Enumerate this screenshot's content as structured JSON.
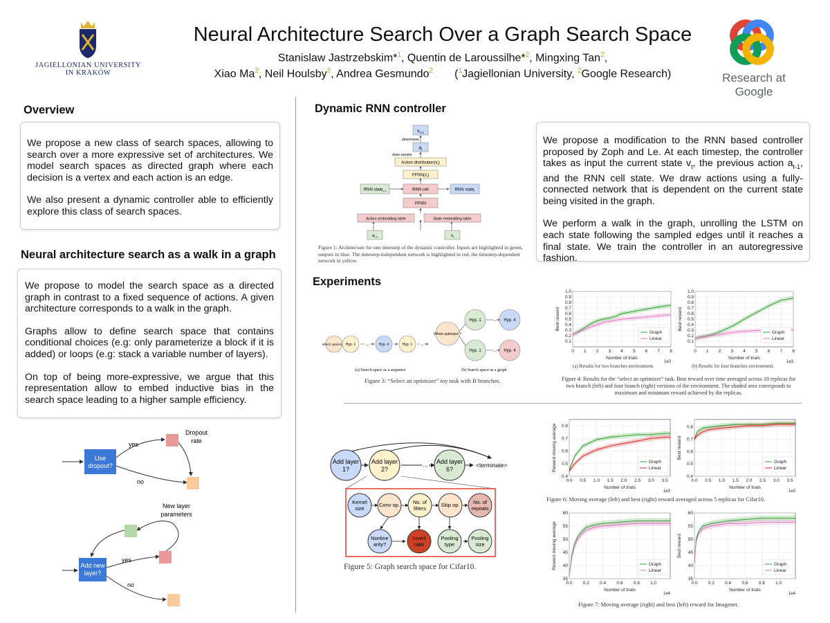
{
  "header": {
    "title": "Neural Architecture Search Over a Graph Search Space",
    "authors_line1": {
      "a1": "Stanislaw Jastrzebskim*",
      "s1": "1",
      "a2": ", Quentin de Laroussilhe*",
      "s2": "2",
      "a3": ", Mingxing Tan",
      "s3": "2",
      "a4": ","
    },
    "authors_line2": {
      "a1": "Xiao Ma",
      "s1": "2",
      "a2": ", Neil Houlsby",
      "s2": "2",
      "a3": ", Andrea Gesmundo",
      "s3": "2",
      "a4": "(",
      "s4": "1",
      "a5": "Jagiellonian University, ",
      "s5": "2",
      "a6": "Google Research)"
    },
    "logo_left": {
      "line1": "JAGIELLONIAN UNIVERSITY",
      "line2": "IN KRAKÓW"
    },
    "logo_right": {
      "text": "Research at Google"
    }
  },
  "overview": {
    "heading": "Overview",
    "p1": "We propose a new class of search spaces, allowing to search over a more expressive set of architectures. We model search spaces as directed graph where each decision is a vertex and each action is an edge.",
    "p2": "We also present a dynamic controller able to efficiently explore this class of search spaces."
  },
  "walk": {
    "heading": "Neural architecture search as a walk in a graph",
    "p1": "We propose to model the search space as a directed graph in contrast to a fixed sequence of actions. A given architecture corresponds to a walk in the graph.",
    "p2": "Graphs allow to define search space that contains conditional choices (e.g: only parameterize a block if it is added) or loops (e.g: stack a variable number of layers).",
    "p3": "On top of being more-expressive, we argue that this representation allow to embed inductive bias in the search space leading to a higher sample efficiency."
  },
  "diagram1": {
    "node": "Use dropout?",
    "yes": "yes",
    "no": "no",
    "label": "Dropout rate"
  },
  "diagram2": {
    "node": "Add new layer?",
    "yes": "yes",
    "no": "no",
    "label": "New layer parameters"
  },
  "controller": {
    "heading": "Dynamic  RNN controller",
    "p1a": "We propose a modification to the RNN based controller proposed by Zoph and Le. At each timestep, the controller takes as input the current state v",
    "p1b": "t",
    "p1c": ", the previous action a",
    "p1d": "t-1",
    "p1e": ", and the RNN cell state. We draw actions using a fully-connected network that is dependent on the current state being visited in the graph.",
    "p2": "We perform a walk in the graph, unrolling the LSTM on each state following the sampled edges until it reaches a final state. We train the controller in an autoregressive fashion.",
    "fig": {
      "v_top": "v",
      "v_top_sub": "t+1",
      "determines": "determines",
      "a": "a",
      "a_sub": "t",
      "draw_sample": "draw sample",
      "action_dist": "Action distribution(v",
      "action_dist_end": ")",
      "ffnn_v": "FFNN(v",
      "ffnn_v_end": ")",
      "rnn_prev": "RNN state",
      "rnn_prev_sub": "t-1",
      "rnn_cell": "RNN cell",
      "rnn_next": "RNN state",
      "rnn_next_sub": "t",
      "ffnn": "FFNN",
      "action_emb": "Action embedding table",
      "state_emb": "State embedding table",
      "a_prev": "a",
      "a_prev_sub": "t-1",
      "v_in": "v",
      "v_in_sub": "t"
    },
    "caption": "Figure 1: Architecture for one timestep of the dynamic controller. Inputs are highlighted in green, outputs in blue. The timestep-independent network is highlighted in red, the timestep-dependent network in yellow."
  },
  "experiments": {
    "heading": "Experiments",
    "fig3": {
      "which": "Which optimizer ?",
      "hyp1": "Hyp. 1",
      "dots": "...",
      "hyp4": "Hyp. 4",
      "sub_a": "(a) Search space as a sequence",
      "sub_b": "(b) Search space as a graph",
      "caption": "Figure 3: “Select an optimizer” toy task with B branches."
    },
    "fig4": {
      "sub_a": "(a) Results for two branches environment.",
      "sub_b": "(b) Results for four branches environment.",
      "caption": "Figure 4: Results for the “select an optimizer” task. Best reward over time averaged across 10 replicas for two branch (left) and four branch (right) versions of the environment. The shaded area corresponds to maximum and minimum reward achieved by the replicas."
    },
    "fig5": {
      "add1": "Add layer 1?",
      "add2": "Add layer 2?",
      "dots": "...",
      "add6": "Add layer 6?",
      "term": "<terminate>",
      "kernel": "Kernel size",
      "conv": "Conv op.",
      "filters": "No. of filters",
      "skip": "Skip op.",
      "repeats": "No. of repeats",
      "nonlin": "Nonline arity?",
      "invert": "Invert ratio",
      "pool": "Pooling type",
      "psize": "Pooling size",
      "caption": "Figure 5: Graph search space for Cifar10."
    },
    "fig6_caption": "Figure 6: Moving average (left) and best (right) reward averaged across 5 replicas for Cifar10.",
    "fig7_caption": "Figure 7: Moving average (right) and best (left) reward for Imagenet."
  },
  "chart_data": [
    {
      "type": "line",
      "title": "",
      "xlabel": "Number of trials",
      "ylabel": "Best reward",
      "x_multiplier": "1e3",
      "xlim": [
        0,
        8
      ],
      "ylim": [
        0,
        1.0
      ],
      "xticks": [
        "0",
        "1",
        "2",
        "3",
        "4",
        "5",
        "6",
        "7",
        "8"
      ],
      "yticks": [
        "0.1",
        "0.2",
        "0.3",
        "0.4",
        "0.5",
        "0.6",
        "0.7",
        "0.8",
        "0.9",
        "1.0"
      ],
      "legend": "bottom-right",
      "grid": true,
      "series": [
        {
          "name": "Graph",
          "color": "#2ca02c",
          "x": [
            0,
            0.5,
            1,
            1.5,
            2,
            2.5,
            3,
            3.5,
            4,
            5,
            6,
            7,
            8
          ],
          "y": [
            0.22,
            0.28,
            0.35,
            0.42,
            0.47,
            0.5,
            0.52,
            0.55,
            0.6,
            0.64,
            0.68,
            0.72,
            0.75
          ]
        },
        {
          "name": "Linear",
          "color": "#e377c2",
          "x": [
            0,
            0.5,
            1,
            1.5,
            2,
            2.5,
            3,
            3.5,
            4,
            5,
            6,
            7,
            8
          ],
          "y": [
            0.22,
            0.27,
            0.32,
            0.36,
            0.4,
            0.44,
            0.46,
            0.48,
            0.5,
            0.52,
            0.54,
            0.56,
            0.58
          ]
        }
      ]
    },
    {
      "type": "line",
      "title": "",
      "xlabel": "Number of trials",
      "ylabel": "Best reward",
      "x_multiplier": "1e3",
      "xlim": [
        0,
        8
      ],
      "ylim": [
        0,
        1.0
      ],
      "xticks": [
        "0",
        "1",
        "2",
        "3",
        "4",
        "5",
        "6",
        "7",
        "8"
      ],
      "yticks": [
        "0.1",
        "0.2",
        "0.3",
        "0.4",
        "0.5",
        "0.6",
        "0.7",
        "0.8",
        "0.9",
        "1.0"
      ],
      "legend": "bottom-right",
      "grid": true,
      "series": [
        {
          "name": "Graph",
          "color": "#2ca02c",
          "x": [
            0,
            0.5,
            1,
            1.5,
            2,
            2.5,
            3,
            3.5,
            4,
            5,
            6,
            7,
            8
          ],
          "y": [
            0.15,
            0.18,
            0.2,
            0.23,
            0.27,
            0.32,
            0.37,
            0.43,
            0.5,
            0.62,
            0.74,
            0.84,
            0.88
          ]
        },
        {
          "name": "Linear",
          "color": "#e377c2",
          "x": [
            0,
            0.5,
            1,
            1.5,
            2,
            2.5,
            3,
            3.5,
            4,
            5,
            6,
            7,
            8
          ],
          "y": [
            0.15,
            0.17,
            0.19,
            0.21,
            0.22,
            0.24,
            0.26,
            0.27,
            0.28,
            0.29,
            0.3,
            0.31,
            0.31
          ]
        }
      ]
    },
    {
      "type": "line",
      "title": "",
      "xlabel": "Number of trials",
      "ylabel": "Reward moving average",
      "x_multiplier": "1e3",
      "xlim": [
        0,
        3.7
      ],
      "ylim": [
        0.4,
        0.85
      ],
      "xticks": [
        "0.0",
        "0.5",
        "1.0",
        "1.5",
        "2.0",
        "2.5",
        "3.0",
        "3.5"
      ],
      "yticks": [
        "0.4",
        "0.5",
        "0.6",
        "0.7",
        "0.8"
      ],
      "legend": "bottom-right",
      "grid": true,
      "series": [
        {
          "name": "Graph",
          "color": "#2ca02c",
          "x": [
            0,
            0.2,
            0.5,
            1,
            1.5,
            2,
            2.5,
            3,
            3.5,
            3.7
          ],
          "y": [
            0.45,
            0.56,
            0.64,
            0.69,
            0.71,
            0.72,
            0.73,
            0.73,
            0.74,
            0.74
          ]
        },
        {
          "name": "Linear",
          "color": "#d62728",
          "x": [
            0,
            0.2,
            0.5,
            1,
            1.5,
            2,
            2.5,
            3,
            3.5,
            3.7
          ],
          "y": [
            0.44,
            0.5,
            0.56,
            0.61,
            0.64,
            0.66,
            0.68,
            0.7,
            0.71,
            0.71
          ]
        }
      ]
    },
    {
      "type": "line",
      "title": "",
      "xlabel": "Number of trials",
      "ylabel": "Best reward",
      "x_multiplier": "1e3",
      "xlim": [
        0,
        3.7
      ],
      "ylim": [
        0.4,
        0.86
      ],
      "xticks": [
        "0.0",
        "0.5",
        "1.0",
        "1.5",
        "2.0",
        "2.5",
        "3.0",
        "3.5"
      ],
      "yticks": [
        "0.4",
        "0.5",
        "0.6",
        "0.7",
        "0.8"
      ],
      "legend": "bottom-right",
      "grid": true,
      "series": [
        {
          "name": "Graph",
          "color": "#2ca02c",
          "x": [
            0,
            0.1,
            0.3,
            0.6,
            1,
            1.5,
            2,
            2.5,
            3,
            3.7
          ],
          "y": [
            0.7,
            0.76,
            0.79,
            0.8,
            0.81,
            0.82,
            0.82,
            0.82,
            0.83,
            0.83
          ]
        },
        {
          "name": "Linear",
          "color": "#d62728",
          "x": [
            0,
            0.1,
            0.3,
            0.6,
            1,
            1.5,
            2,
            2.5,
            3,
            3.7
          ],
          "y": [
            0.7,
            0.73,
            0.76,
            0.78,
            0.79,
            0.8,
            0.81,
            0.81,
            0.82,
            0.82
          ]
        }
      ]
    },
    {
      "type": "line",
      "title": "",
      "xlabel": "Number of trials",
      "ylabel": "Reward moving average",
      "x_multiplier": "1e4",
      "xlim": [
        0,
        1.2
      ],
      "ylim": [
        35,
        60
      ],
      "xticks": [
        "0.0",
        "0.2",
        "0.4",
        "0.6",
        "0.8",
        "1.0"
      ],
      "yticks": [
        "35",
        "40",
        "45",
        "50",
        "55",
        "60"
      ],
      "legend": "bottom-right",
      "grid": true,
      "series": [
        {
          "name": "Graph",
          "color": "#2ca02c",
          "x": [
            0,
            0.03,
            0.06,
            0.1,
            0.15,
            0.2,
            0.3,
            0.4,
            0.6,
            0.8,
            1.0,
            1.2
          ],
          "y": [
            36,
            44,
            48,
            51,
            53,
            54.5,
            55.5,
            56,
            56.5,
            57,
            57,
            57
          ]
        },
        {
          "name": "Linear",
          "color": "#e377c2",
          "x": [
            0,
            0.03,
            0.06,
            0.1,
            0.15,
            0.2,
            0.3,
            0.4,
            0.6,
            0.8,
            1.0,
            1.2
          ],
          "y": [
            36,
            43,
            47,
            50,
            52,
            53.5,
            54.5,
            55,
            55.5,
            56,
            56,
            56
          ]
        }
      ]
    },
    {
      "type": "line",
      "title": "",
      "xlabel": "Number of trials",
      "ylabel": "Best reward",
      "x_multiplier": "1e4",
      "xlim": [
        0,
        1.2
      ],
      "ylim": [
        35,
        60
      ],
      "xticks": [
        "0.0",
        "0.2",
        "0.4",
        "0.6",
        "0.8",
        "1.0"
      ],
      "yticks": [
        "35",
        "40",
        "45",
        "50",
        "55",
        "60"
      ],
      "legend": "bottom-right",
      "grid": true,
      "series": [
        {
          "name": "Graph",
          "color": "#2ca02c",
          "x": [
            0,
            0.02,
            0.05,
            0.1,
            0.2,
            0.3,
            0.4,
            0.6,
            0.8,
            1.0,
            1.2
          ],
          "y": [
            41,
            50,
            53,
            55,
            56,
            56.5,
            57,
            57.5,
            58,
            58,
            58
          ]
        },
        {
          "name": "Linear",
          "color": "#e377c2",
          "x": [
            0,
            0.02,
            0.05,
            0.1,
            0.2,
            0.3,
            0.4,
            0.6,
            0.8,
            1.0,
            1.2
          ],
          "y": [
            41,
            49,
            52,
            54,
            55,
            55.5,
            56,
            56,
            56.5,
            56.5,
            56.5
          ]
        }
      ]
    }
  ]
}
